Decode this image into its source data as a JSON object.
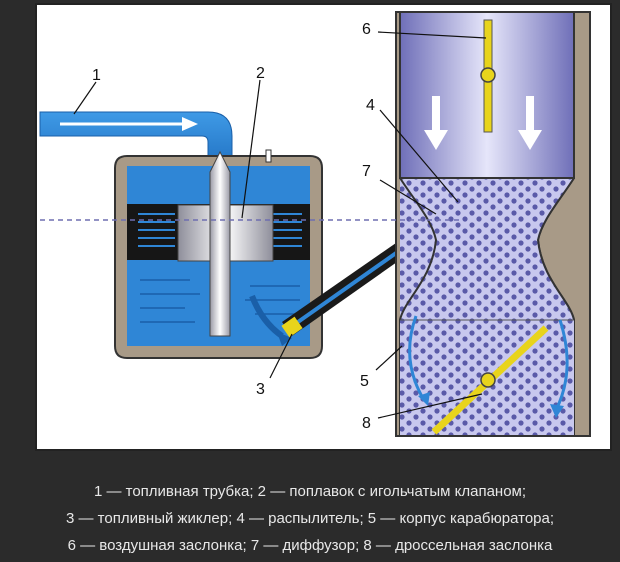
{
  "diagram": {
    "labels": {
      "fuel_tube": "1",
      "float": "2",
      "fuel_jet": "3",
      "atomizer": "4",
      "carb_body": "5",
      "air_damper": "6",
      "diffuser": "7",
      "throttle": "8"
    }
  },
  "legend": {
    "line1": "1 — топливная трубка; 2 — поплавок с игольчатым клапаном;",
    "line2": "3 — топливный жиклер; 4 — распылитель; 5 — корпус карабюратора;",
    "line3": "6 — воздушная заслонка; 7 — диффузор; 8 — дроссельная заслонка"
  },
  "colors": {
    "frame_bg": "#ffffff",
    "body_fill": "#a89a87",
    "fuel": "#2f86d6",
    "fuel_dark": "#1a5fa8",
    "air_column": "#9a9ad6",
    "damper": "#e8d41c",
    "caption_text": "#e8e8e8",
    "page_bg": "#2b2b2b"
  }
}
